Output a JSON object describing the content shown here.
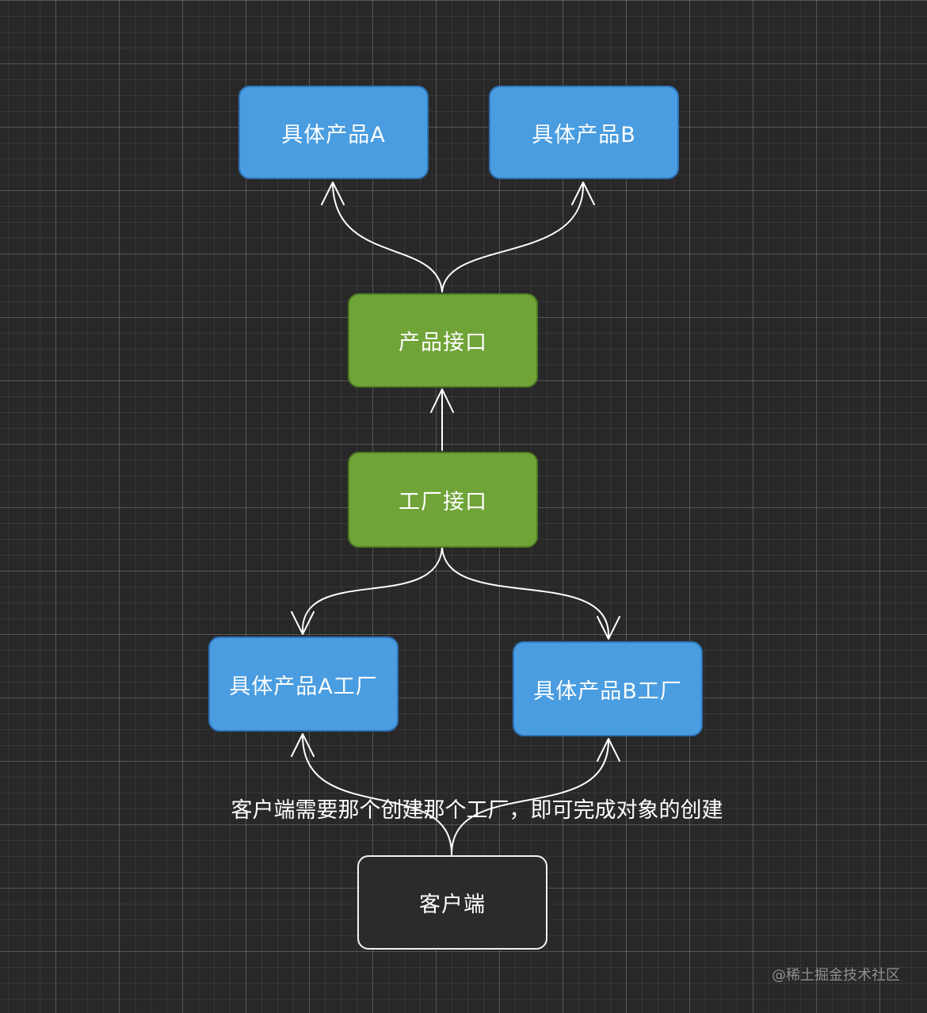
{
  "nodes": {
    "product_a": "具体产品A",
    "product_b": "具体产品B",
    "product_interface": "产品接口",
    "factory_interface": "工厂接口",
    "factory_a": "具体产品A工厂",
    "factory_b": "具体产品B工厂",
    "client": "客户端"
  },
  "edge_label": "客户端需要那个创建那个工厂，即可完成对象的创建",
  "watermark": "@稀土掘金技术社区",
  "colors": {
    "background": "#282828",
    "concrete_fill": "#4a9de0",
    "interface_fill": "#70a438",
    "client_fill": "#2b2b2b",
    "connector": "#ffffff"
  }
}
